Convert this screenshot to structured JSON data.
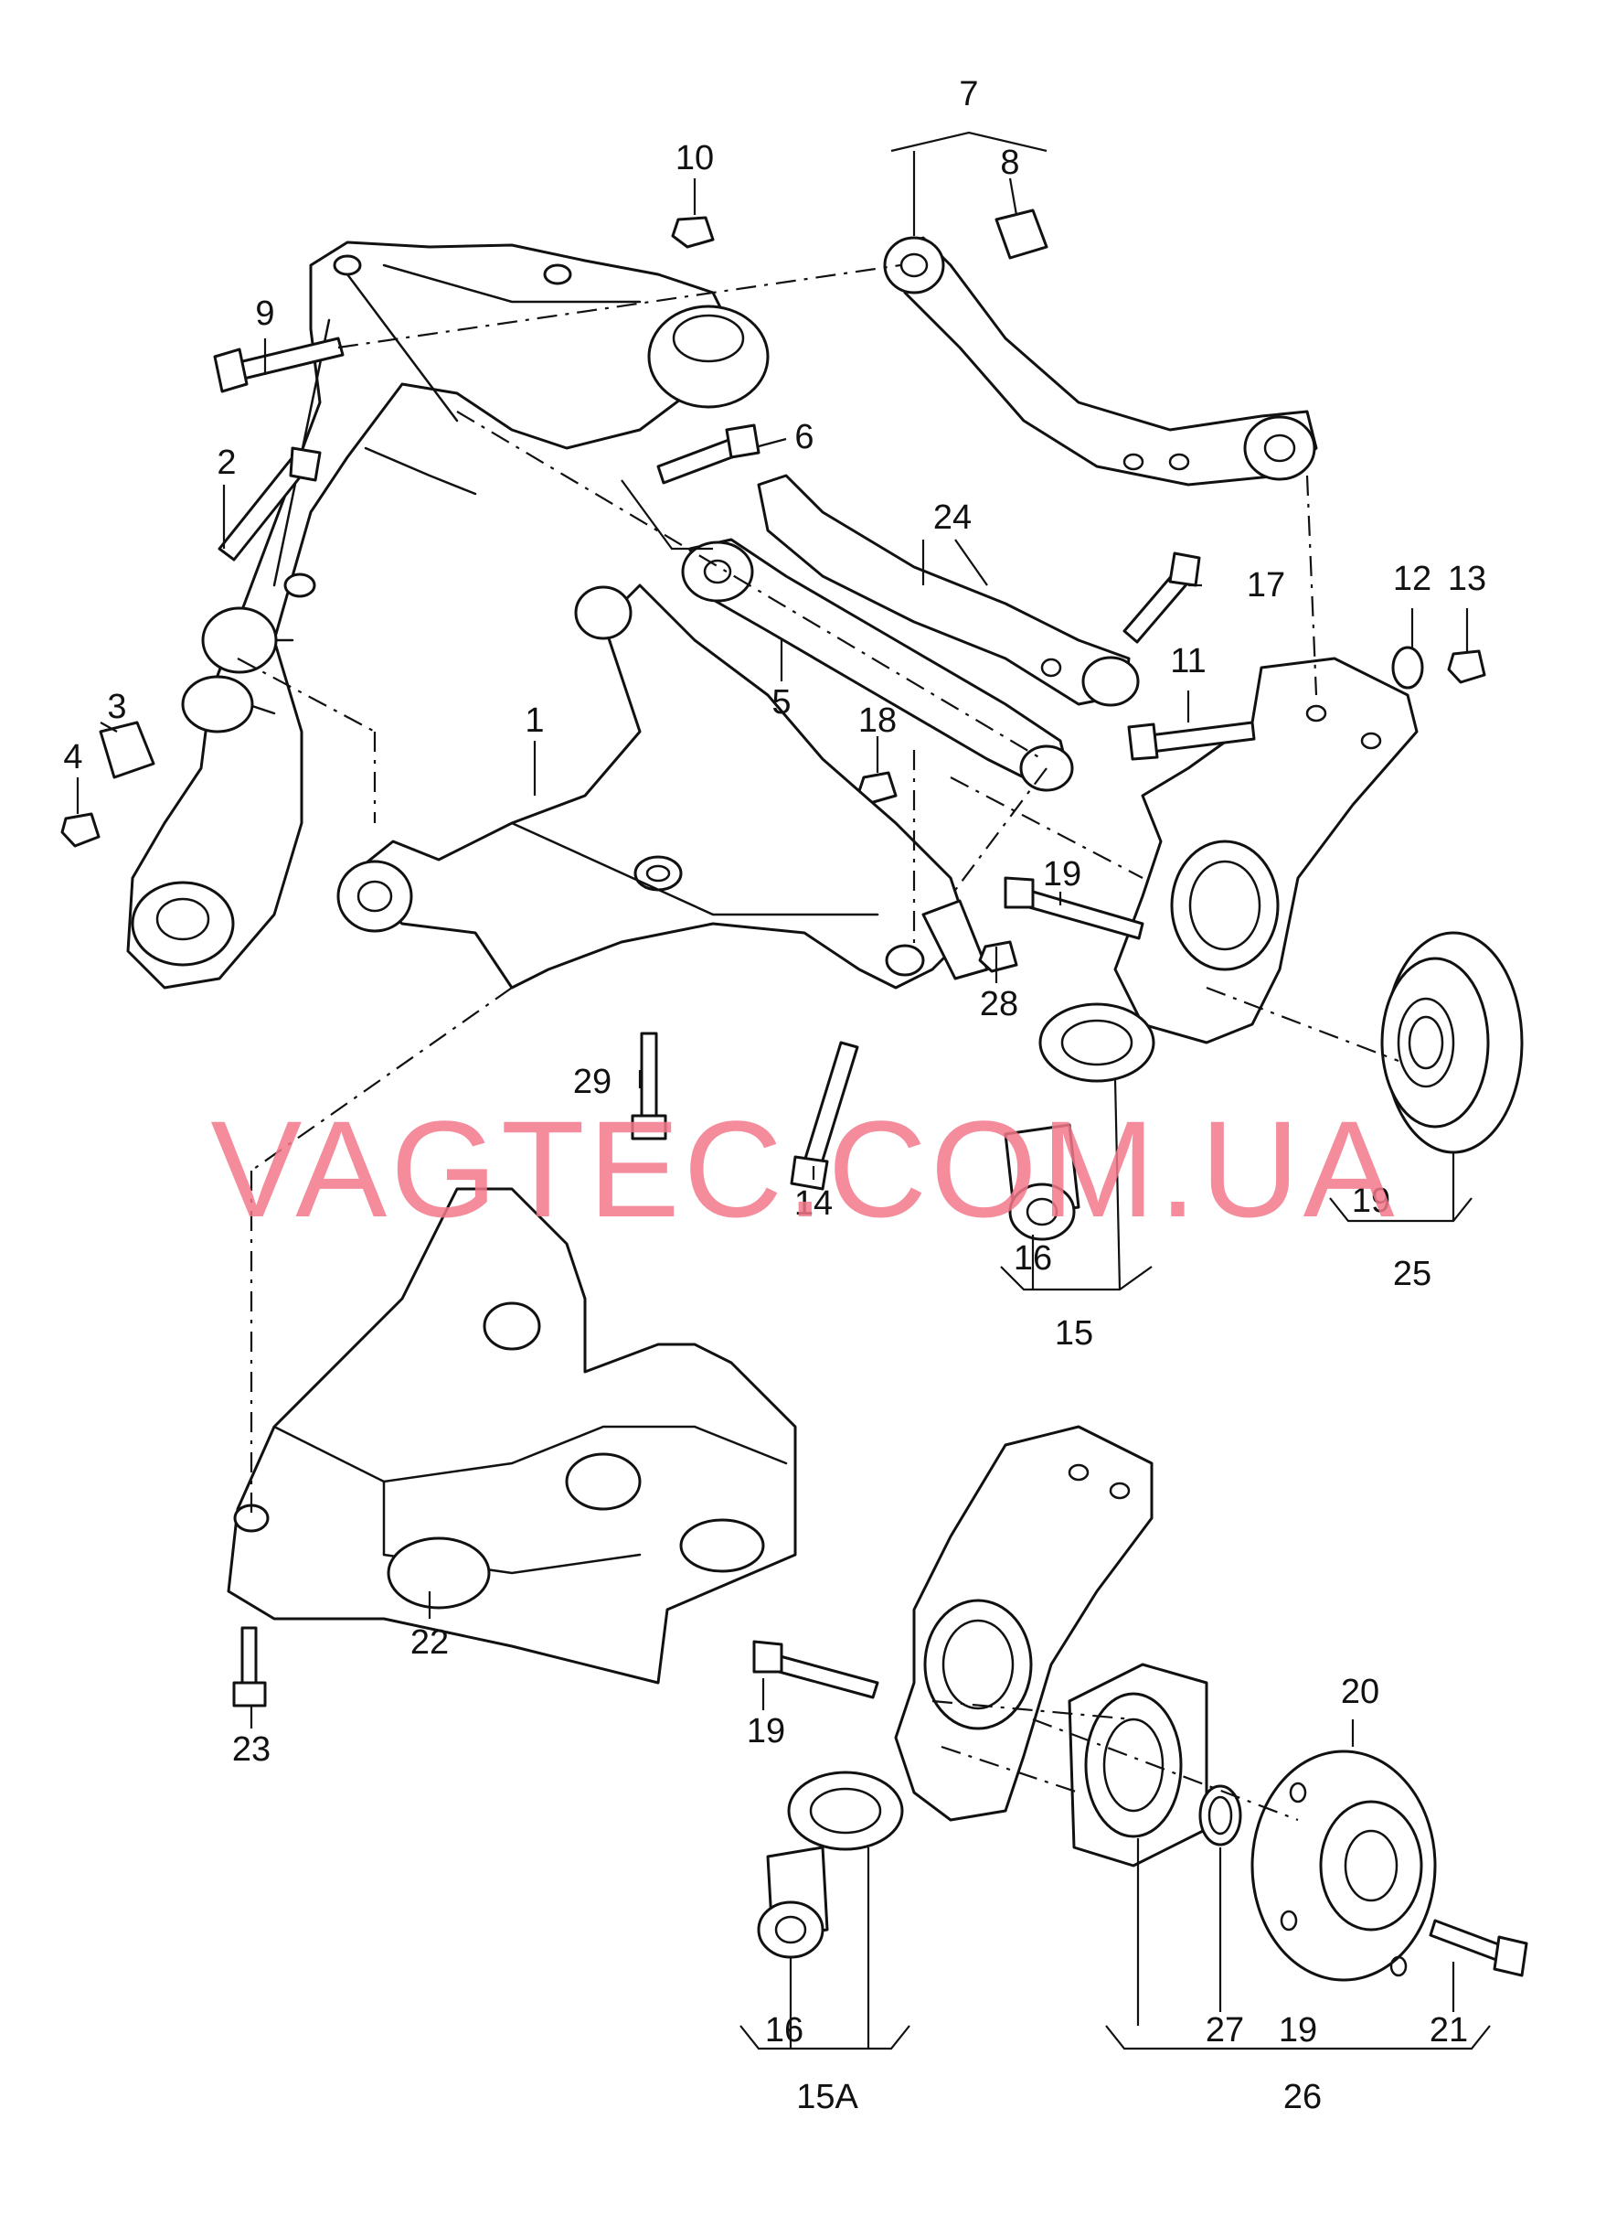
{
  "watermark": {
    "text": "VAGTEC.COM.UA",
    "color": "#f2788a"
  },
  "colors": {
    "line": "#111111",
    "background": "#ffffff"
  },
  "callouts": {
    "c1": "1",
    "c2": "2",
    "c3": "3",
    "c4": "4",
    "c5": "5",
    "c6": "6",
    "c7": "7",
    "c8": "8",
    "c9": "9",
    "c10": "10",
    "c11": "11",
    "c12": "12",
    "c13": "13",
    "c14": "14",
    "c15": "15",
    "c15a": "15A",
    "c16a": "16",
    "c16b": "16",
    "c17": "17",
    "c18": "18",
    "c19a": "19",
    "c19b": "19",
    "c19c": "19",
    "c19d": "19",
    "c20": "20",
    "c21": "21",
    "c22": "22",
    "c23": "23",
    "c24": "24",
    "c25": "25",
    "c26": "26",
    "c27": "27",
    "c28": "28",
    "c29": "29"
  }
}
